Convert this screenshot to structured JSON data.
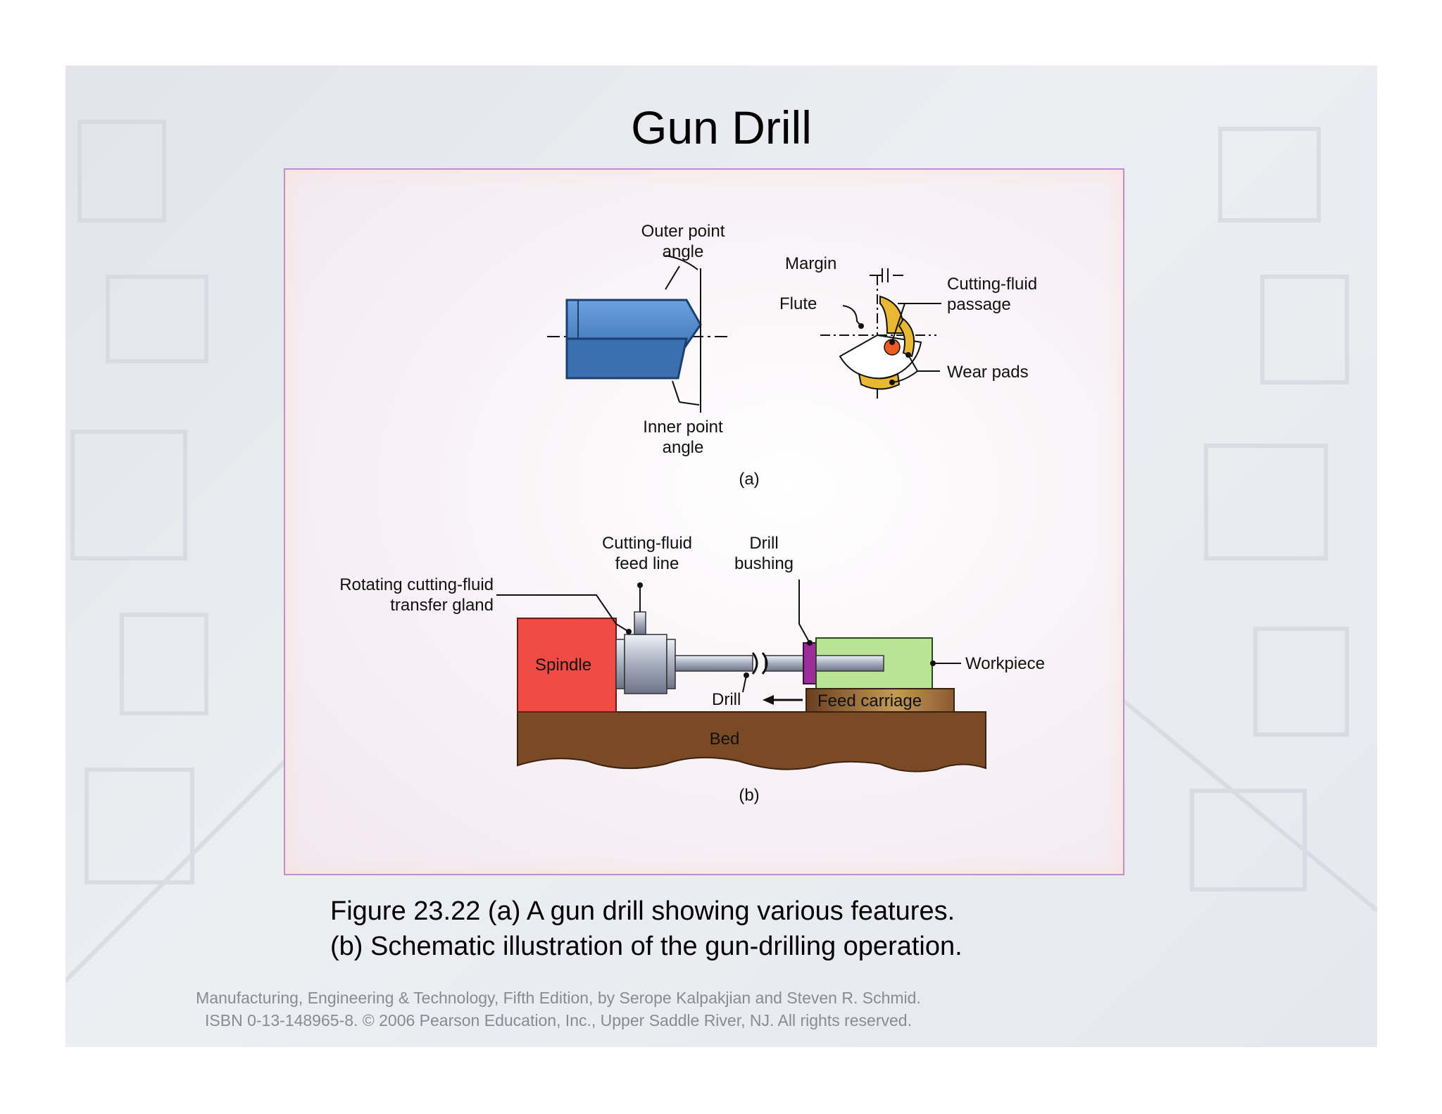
{
  "slide": {
    "title": "Gun Drill"
  },
  "figure": {
    "part_a": {
      "outer_point_angle": [
        "Outer point",
        "angle"
      ],
      "inner_point_angle": [
        "Inner point",
        "angle"
      ],
      "margin": "Margin",
      "flute": "Flute",
      "cutting_fluid_passage": [
        "Cutting-fluid",
        "passage"
      ],
      "wear_pads": "Wear pads",
      "panel_label": "(a)"
    },
    "part_b": {
      "rotating_gland": [
        "Rotating cutting-fluid",
        "transfer gland"
      ],
      "feed_line": [
        "Cutting-fluid",
        "feed line"
      ],
      "drill_bushing": [
        "Drill",
        "bushing"
      ],
      "spindle": "Spindle",
      "workpiece": "Workpiece",
      "drill": "Drill",
      "feed_carriage": "Feed carriage",
      "bed": "Bed",
      "panel_label": "(b)"
    },
    "colors": {
      "drill_blue": "#4a86c8",
      "spindle_red": "#f04a45",
      "workpiece_green": "#b8e494",
      "bed_brown": "#7a4a26",
      "bushing_purple": "#9b2c9a",
      "pad_yellow": "#e8b832",
      "passage_orange": "#f05a20"
    }
  },
  "caption": {
    "line1": "Figure 23.22  (a)  A gun drill showing various features.",
    "line2": "(b)  Schematic illustration of the gun-drilling operation."
  },
  "footer": {
    "line1": "Manufacturing, Engineering & Technology, Fifth Edition, by Serope Kalpakjian and Steven R. Schmid.",
    "line2": "ISBN 0-13-148965-8. © 2006 Pearson Education, Inc., Upper Saddle River, NJ.  All rights reserved."
  }
}
